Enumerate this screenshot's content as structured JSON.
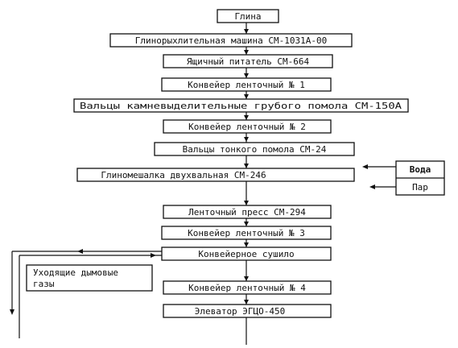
{
  "steps": [
    "Глина",
    "Глинорыхлительная машина СМ-1031А-00",
    "Ящичный питатель СМ-664",
    "Конвейер ленточный № 1",
    "Вальцы камневыделительные грубого помола СМ-150А",
    "Конвейер ленточный № 2",
    "Вальцы тонкого помола СМ-24",
    "Глиномешалка двухвальная СМ-246",
    "Ленточный пресс СМ-294",
    "Конвейер ленточный № 3",
    "Конвейерное сушило",
    "Конвейер ленточный № 4",
    "Элеватор ЭГЦО-450"
  ],
  "inputs": {
    "water": "Вода",
    "steam": "Пар"
  },
  "exhaust": {
    "line1": "Уходящие дымовые",
    "line2": "газы"
  }
}
